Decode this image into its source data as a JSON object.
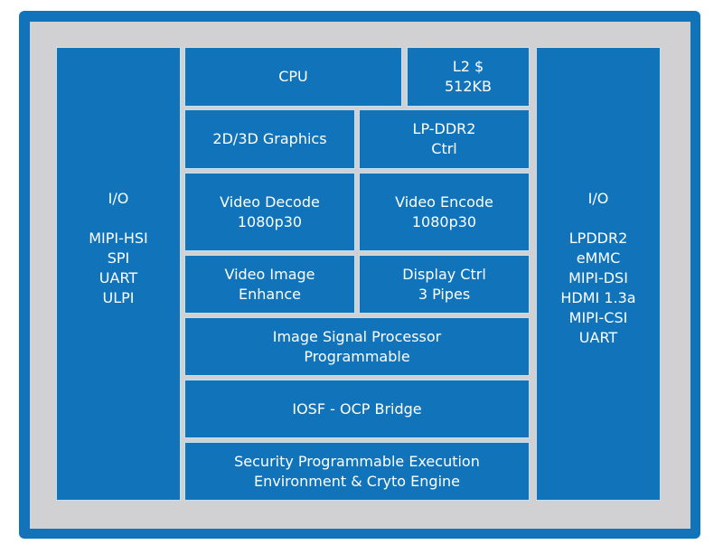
{
  "left_io": {
    "title": "I/O",
    "items": [
      "MIPI-HSI",
      "SPI",
      "UART",
      "ULPI"
    ]
  },
  "right_io": {
    "title": "I/O",
    "items": [
      "LPDDR2",
      "eMMC",
      "MIPI-DSI",
      "HDMI 1.3a",
      "MIPI-CSI",
      "UART"
    ]
  },
  "blocks": {
    "cpu": [
      "CPU"
    ],
    "l2": [
      "L2 $",
      "512KB"
    ],
    "graphics": [
      "2D/3D Graphics"
    ],
    "lpddr2": [
      "LP-DDR2",
      "Ctrl"
    ],
    "video_decode": [
      "Video Decode",
      "1080p30"
    ],
    "video_encode": [
      "Video Encode",
      "1080p30"
    ],
    "video_enhance": [
      "Video Image",
      "Enhance"
    ],
    "display": [
      "Display Ctrl",
      "3 Pipes"
    ],
    "isp": [
      "Image Signal Processor",
      "Programmable"
    ],
    "iosf": [
      "IOSF - OCP Bridge"
    ],
    "security": [
      "Security Programmable Execution",
      "Environment & Cryto Engine"
    ]
  },
  "colors": {
    "block": "#1174bb",
    "background": "#d1d1d3"
  }
}
